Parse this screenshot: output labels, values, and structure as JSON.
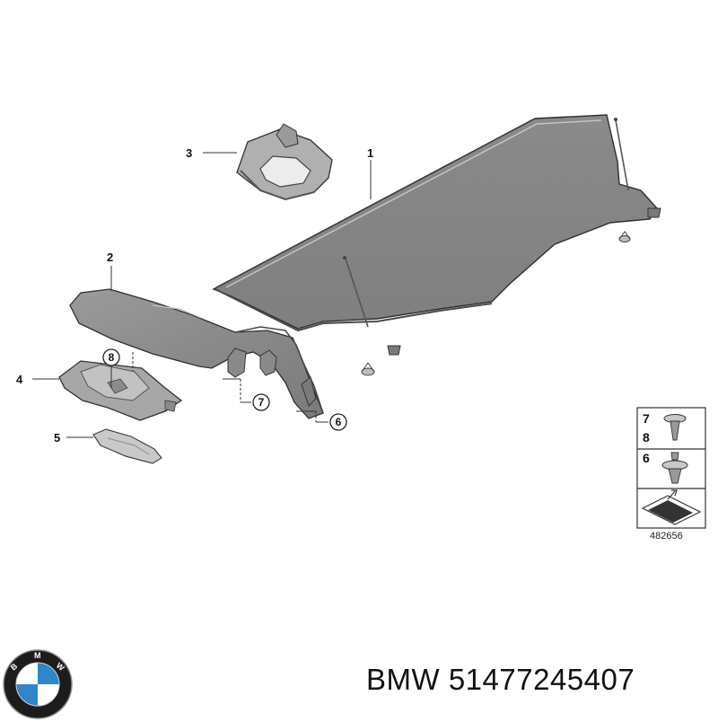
{
  "diagram": {
    "callouts": {
      "p1": "1",
      "p2": "2",
      "p3": "3",
      "p4": "4",
      "p5": "5",
      "p6": "6",
      "p7": "7",
      "p8": "8"
    },
    "legend": {
      "row_a_top": "7",
      "row_a_bottom": "8",
      "row_b": "6"
    },
    "diagram_number": "482656"
  },
  "logo": {
    "letters": [
      "B",
      "M",
      "W"
    ],
    "colors": {
      "ring": "#1c1c1c",
      "blue": "#2f86c8",
      "white": "#ffffff"
    }
  },
  "caption": {
    "brand": "BMW",
    "part_number": "51477245407"
  },
  "colors": {
    "part_fill": "#8e8e8e",
    "part_light": "#b3b3b3",
    "part_dark": "#6b6b6b",
    "line": "#3a3a3a"
  }
}
